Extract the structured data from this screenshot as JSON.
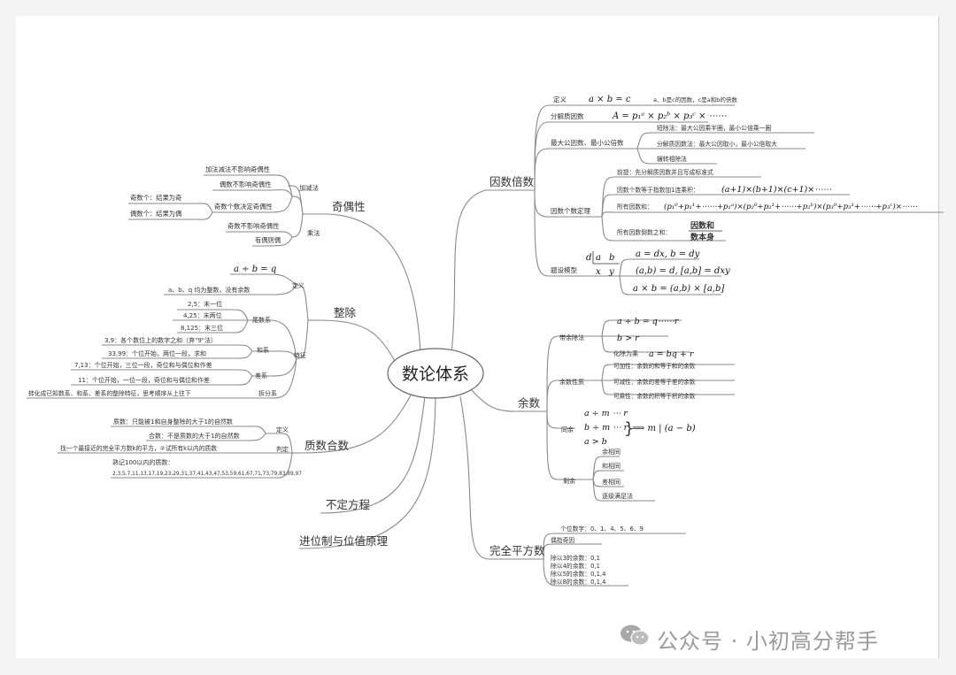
{
  "center": "数论体系",
  "watermark": "公众号 · 小初高分帮手",
  "branches": {
    "yinshu": {
      "title": "因数倍数",
      "dingyi": "定义",
      "dingyi_formula": "a × b = c",
      "dingyi_note": "a、b是c的因数，c是a和b的倍数",
      "fenjie": "分解质因数",
      "fenjie_formula": "A = p₁ᵃ × p₂ᵇ × p₃ᶜ × ⋯⋯",
      "gongyin": "最大公因数、最小公倍数",
      "gongyin_items": [
        "短除法：最大公因乘半圈，最小公倍乘一圈",
        "分解质因数法：最大公因取小，最小公倍取大",
        "辗转相除法"
      ],
      "yinshu_dingli": "因数个数定理",
      "qianti": "前提：先分解质因数并且写成标准式",
      "geshu": "因数个数等于指数加1连乘积：",
      "geshu_formula": "(a+1)×(b+1)×(c+1)×⋯⋯",
      "suoyou_he": "所有因数和：",
      "suoyou_he_formula": "(p₁⁰+p₁¹+⋯⋯+p₁ᵃ)×(p₂⁰+p₂¹+⋯⋯+p₂ᵇ)×(p₃⁰+p₃¹+⋯⋯+p₃ᶜ)×⋯⋯",
      "daoshu_he": "所有因数倒数之和：",
      "daoshu_num": "因数和",
      "daoshu_den": "数本身",
      "tiaojian": "题设模型",
      "tiaojian_d": "d",
      "tiaojian_a": "a",
      "tiaojian_b": "b",
      "tiaojian_x": "x",
      "tiaojian_y": "y",
      "tiaojian_f1": "a = dx, b = dy",
      "tiaojian_f2": "(a,b) = d, [a,b] = dxy",
      "tiaojian_f3": "a × b = (a,b) × [a,b]"
    },
    "jiou": {
      "title": "奇偶性",
      "jiajian": "加减法",
      "jiajian_items": [
        "加法减法不影响奇偶性",
        "偶数不影响奇偶性",
        "奇数个数决定奇偶性"
      ],
      "jishu_ji": "奇数个：结果为奇",
      "oushu_ou": "偶数个：结果为偶",
      "chengfa": "乘法",
      "chengfa_items": [
        "奇数不影响奇偶性",
        "有偶则偶"
      ]
    },
    "zhengchu": {
      "title": "整除",
      "dingyi": "定义",
      "formula": "a ÷ b = q",
      "dingyi_note": "a、b、q 均为整数，没有余数",
      "tezheng": "特征",
      "weishu": "尾数系",
      "weishu_items": [
        "2,5：末一位",
        "4,25：末两位",
        "8,125：末三位"
      ],
      "hexi": "和系",
      "hexi_items": [
        "3,9：各个数位上的数字之和（弃\"9\"法）",
        "33,99：个位开始，两位一段，求和"
      ],
      "chaxi": "差系",
      "chaxi_items": [
        "7,13：个位开始，三位一段，奇位和与偶位和作差",
        "11：个位开始，一位一段，奇位和与偶位和作差"
      ],
      "chaifen": "拆分系",
      "chaifen_item": "转化成已知数系、和系、差系的整除特征，思考顺序从上往下"
    },
    "zhishu": {
      "title": "质数合数",
      "dingyi": "定义",
      "zhishu_def": "质数：只能被1和自身整除的大于1的自然数",
      "heshu_def": "合数：不是质数的大于1的自然数",
      "panding": "判定",
      "panding_item": "找一个最接近的完全平方数k的平方，②试所有k以内的质数",
      "list_label": "熟记100以内的质数：",
      "list": "2,3,5,7,11,13,17,19,23,29,31,37,41,43,47,53,59,61,67,71,73,79,83,89,97"
    },
    "budingfangcheng": {
      "title": "不定方程"
    },
    "jinwei": {
      "title": "进位制与位值原理"
    },
    "yushu": {
      "title": "余数",
      "daiyu": "带余除法",
      "daiyu_f1": "a ÷ b = q⋯⋯r",
      "daiyu_f2": "b > r",
      "huachu": "化除为乘",
      "huachu_f": "a = bq + r",
      "xingzhi": "余数性质",
      "xingzhi_items": [
        "可加性：余数的和等于和的余数",
        "可减性：余数的差等于差的余数",
        "可乘性：余数的积等于积的余数"
      ],
      "tongyu": "同余",
      "tongyu_f1": "a ÷ m ⋯ r",
      "tongyu_f2": "b ÷ m ⋯ r",
      "tongyu_f3": "a > b",
      "tongyu_result": "⟹ m | (a − b)",
      "shengyu": "剩余",
      "shengyu_items": [
        "余相同",
        "和相同",
        "差相同",
        "逐级满足法"
      ]
    },
    "pingfang": {
      "title": "完全平方数",
      "gewei": "个位数字：0、1、4、5、6、9",
      "jiou": "偶指奇因",
      "chu3": "除以3的余数：0,1",
      "chu4": "除以4的余数：0,1",
      "chu5": "除以5的余数：0,1,4",
      "chu8": "除以8的余数：0,1,4"
    }
  }
}
